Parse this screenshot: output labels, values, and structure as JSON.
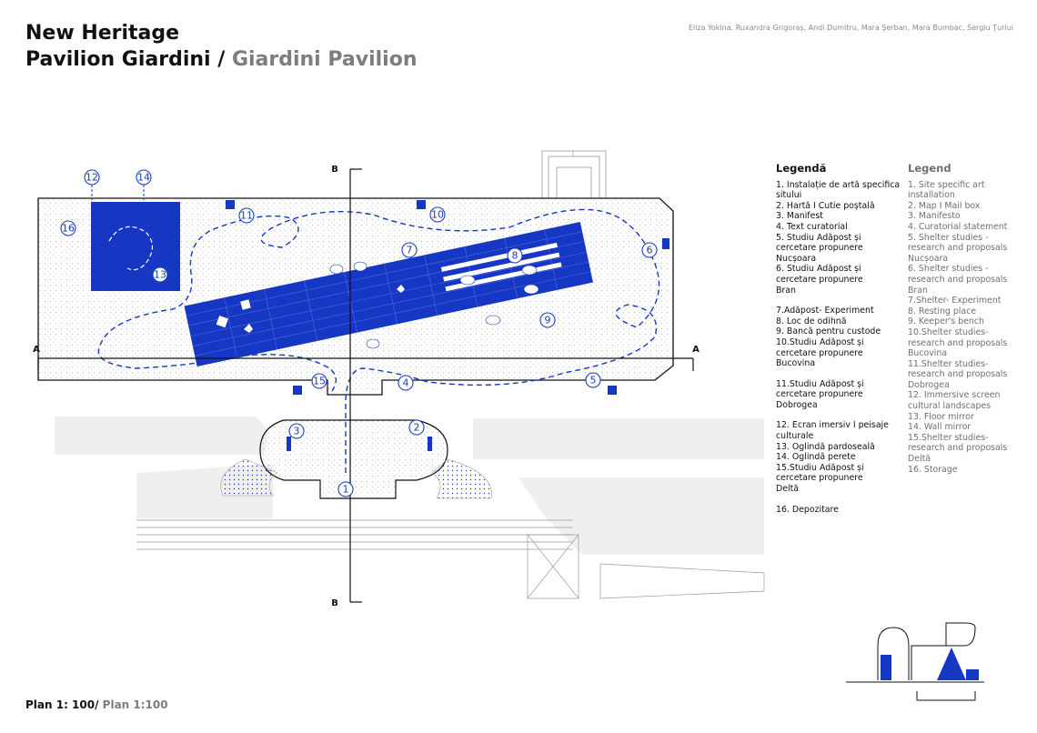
{
  "header": {
    "title_line1": "New Heritage",
    "title_line2_black": "Pavilion Giardini /",
    "title_line2_grey": "Giardini Pavilion",
    "authors": "Eliza Yokina, Ruxandra Grigoraș, Andi Dumitru, Mara Șerban, Mara Bumbac, Sergiu Țurlui"
  },
  "footer": {
    "scale_black": "Plan 1: 100/",
    "scale_grey": "Plan 1:100"
  },
  "section_marks": {
    "a": "A",
    "b": "B"
  },
  "plan_numbers": [
    "1",
    "2",
    "3",
    "4",
    "5",
    "6",
    "7",
    "8",
    "9",
    "10",
    "11",
    "12",
    "13",
    "14",
    "15",
    "16"
  ],
  "legend_ro": {
    "heading": "Legendă",
    "items": [
      "1. Instalație de artă specifica sitului",
      "2. Hartă I Cutie poștală",
      "3. Manifest",
      "4. Text curatorial",
      "5. Studiu Adăpost și cercetare propunere",
      "Nucșoara",
      "6. Studiu Adăpost și cercetare propunere",
      "Bran",
      "7.Adăpost- Experiment",
      "8. Loc de odihnă",
      "9. Bancă pentru custode",
      "10.Studiu Adăpost și cercetare propunere",
      "Bucovina",
      "11.Studiu Adăpost și cercetare propunere",
      "Dobrogea",
      "12. Ecran imersiv I peisaje culturale",
      "13. Oglindă pardoseală",
      "14. Oglindă perete",
      "15.Studiu Adăpost și cercetare propunere",
      "Deltă",
      "16. Depozitare"
    ]
  },
  "legend_en": {
    "heading": "Legend",
    "items": [
      "1. Site specific art installation",
      "2. Map I Mail box",
      "3. Manifesto",
      "4. Curatorial statement",
      "5. Shelter studies - research and proposals Nucșoara",
      "6. Shelter studies - research and proposals",
      "Bran",
      "7.Shelter- Experiment",
      "8. Resting place",
      "9. Keeper's bench",
      "10.Shelter studies-research and proposals",
      "Bucovina",
      "11.Shelter studies- research and proposals",
      "Dobrogea",
      "12. Immersive screen cultural landscapes",
      "13. Floor mirror",
      "14. Wall mirror",
      "15.Shelter studies- research and proposals",
      "Deltă",
      "16. Storage"
    ]
  },
  "colors": {
    "accent_blue": "#1537c4",
    "line_grey": "#9a9a9a",
    "text_black": "#111111",
    "text_grey": "#7d7d7d"
  }
}
